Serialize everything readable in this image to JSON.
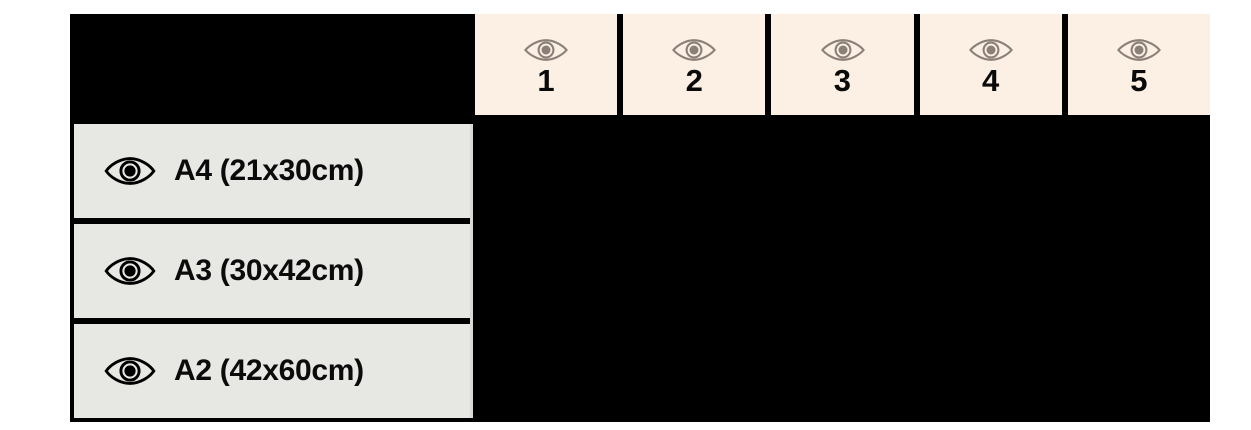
{
  "matrix": {
    "name": "print-size-quantity-matrix",
    "colors": {
      "board_background": "#000000",
      "header_cell_background": "#fcefe3",
      "row_label_background": "#e7e8e3",
      "header_eye_icon": "#8a8078",
      "row_eye_icon": "#000000",
      "text": "#0a0a0a",
      "page_background": "#ffffff"
    },
    "corner_cell": {
      "label": "",
      "icon": ""
    },
    "column_headers": [
      {
        "icon": "eye-icon",
        "label": "1"
      },
      {
        "icon": "eye-icon",
        "label": "2"
      },
      {
        "icon": "eye-icon",
        "label": "3"
      },
      {
        "icon": "eye-icon",
        "label": "4"
      },
      {
        "icon": "eye-icon",
        "label": "5"
      }
    ],
    "rows": [
      {
        "icon": "eye-icon",
        "label": "A4 (21x30cm)",
        "cells": [
          "",
          "",
          "",
          "",
          ""
        ]
      },
      {
        "icon": "eye-icon",
        "label": "A3 (30x42cm)",
        "cells": [
          "",
          "",
          "",
          "",
          ""
        ]
      },
      {
        "icon": "eye-icon",
        "label": "A2 (42x60cm)",
        "cells": [
          "",
          "",
          "",
          "",
          ""
        ]
      }
    ]
  }
}
